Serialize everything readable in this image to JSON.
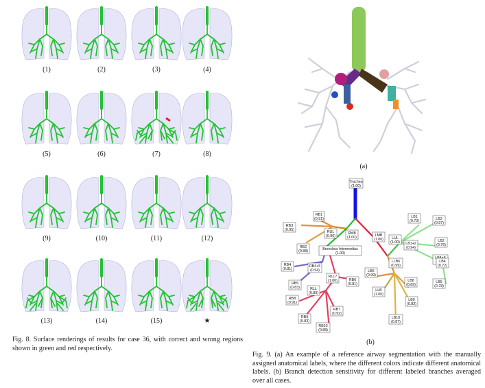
{
  "fig8": {
    "thumbnails": [
      "(1)",
      "(2)",
      "(3)",
      "(4)",
      "(5)",
      "(6)",
      "(7)",
      "(8)",
      "(9)",
      "(10)",
      "(11)",
      "(12)",
      "(13)",
      "(14)",
      "(15)",
      "★"
    ],
    "caption": "Fig. 8.    Surface renderings of results for case 36, with correct and wrong regions shown in green and red respectively."
  },
  "fig9": {
    "label_a": "(a)",
    "label_b": "(b)",
    "caption": "Fig. 9.    (a) An example of a reference airway segmentation with the manually assigned anatomical labels, where the different colors indicate different anatomical labels. (b) Branch detection sensitivity for different labeled branches averaged over all cases."
  },
  "colors": {
    "correct": "#22c232",
    "wrong": "#e01e3a",
    "lung": "#c8c8f0"
  },
  "tree_nodes": [
    {
      "name": "Trachea",
      "value": "(1.00)"
    },
    {
      "name": "RB1",
      "value": "(0.91)"
    },
    {
      "name": "RB3",
      "value": "(0.95)"
    },
    {
      "name": "RUL",
      "value": "(0.96)"
    },
    {
      "name": "RMB",
      "value": "(1.00)"
    },
    {
      "name": "LMB",
      "value": "(1.00)"
    },
    {
      "name": "RB2",
      "value": "(0.88)"
    },
    {
      "name": "Bronchus Intermedius",
      "value": "(1.00)"
    },
    {
      "name": "RB4",
      "value": "(0.81)"
    },
    {
      "name": "RB4+5",
      "value": "(0.94)"
    },
    {
      "name": "RB5",
      "value": "(0.83)"
    },
    {
      "name": "RLL7",
      "value": "(1.00)"
    },
    {
      "name": "RB6",
      "value": "(0.81)"
    },
    {
      "name": "RLL",
      "value": "(0.89)"
    },
    {
      "name": "RB8",
      "value": "(0.91)"
    },
    {
      "name": "RB7",
      "value": "(0.92)"
    },
    {
      "name": "RB9",
      "value": "(0.83)"
    },
    {
      "name": "RB10",
      "value": "(0.88)"
    },
    {
      "name": "LB1",
      "value": "(0.70)"
    },
    {
      "name": "LB3",
      "value": "(0.97)"
    },
    {
      "name": "LUL",
      "value": "(1.00)"
    },
    {
      "name": "LB1+2",
      "value": "(0.94)"
    },
    {
      "name": "LB2",
      "value": "(0.76)"
    },
    {
      "name": "LB4+5",
      "value": "(0.99)"
    },
    {
      "name": "LLB6",
      "value": "(0.99)"
    },
    {
      "name": "LB4",
      "value": "(0.72)"
    },
    {
      "name": "LB6",
      "value": "(0.99)"
    },
    {
      "name": "LB8",
      "value": "(0.89)"
    },
    {
      "name": "LB5",
      "value": "(0.78)"
    },
    {
      "name": "LLB",
      "value": "(1.00)"
    },
    {
      "name": "LB9",
      "value": "(0.83)"
    },
    {
      "name": "LB10",
      "value": "(0.87)"
    }
  ]
}
